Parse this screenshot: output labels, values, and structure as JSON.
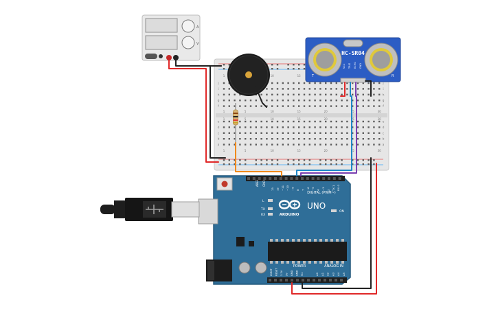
{
  "colors": {
    "board": "#2f6e98",
    "board_dark": "#24597c",
    "breadboard": "#e6e6e6",
    "sensor": "#2c5dc4",
    "wire_red": "#e02828",
    "wire_black": "#222222",
    "wire_orange": "#f08a1c",
    "wire_blue": "#1e88c8",
    "wire_purple": "#7a3fb0",
    "wire_gray": "#8a8a8a"
  },
  "icons": [
    "power-supply-icon",
    "buzzer-icon",
    "resistor-icon",
    "usb-plug-icon",
    "dc-jack-icon",
    "arduino-logo-icon"
  ],
  "sensor": {
    "model": "HC-SR04",
    "pins": [
      "VCC",
      "TRIG",
      "ECHO",
      "GND"
    ],
    "t_mark": "T",
    "r_mark": "R"
  },
  "arduino": {
    "name": "UNO",
    "brand": "ARDUINO",
    "digital_label": "DIGITAL (PWM~)",
    "power_label": "POWER",
    "analog_label": "ANALOG IN",
    "on_label": "ON",
    "l_label": "L",
    "tx_label": "TX",
    "rx_label": "RX",
    "aref": "AREF",
    "gnd": "GND",
    "digital_pins": [
      "13",
      "12",
      "~11",
      "~10",
      "~9",
      "8",
      "7",
      "~6",
      "~5",
      "4",
      "~3",
      "2",
      "TX 1",
      "RX 0"
    ],
    "power_pins": [
      "IOREF",
      "RESET",
      "3.3V",
      "5V",
      "GND",
      "GND",
      "Vin"
    ],
    "analog_pins": [
      "A0",
      "A1",
      "A2",
      "A3",
      "A4",
      "A5"
    ]
  },
  "breadboard": {
    "rows_top": [
      "j",
      "i",
      "h",
      "g",
      "f"
    ],
    "rows_bottom": [
      "e",
      "d",
      "c",
      "b",
      "a"
    ],
    "columns": [
      "1",
      "5",
      "10",
      "15",
      "20",
      "25",
      "30"
    ]
  },
  "power_supply": {
    "label_top": "A",
    "label_bottom": "V"
  }
}
